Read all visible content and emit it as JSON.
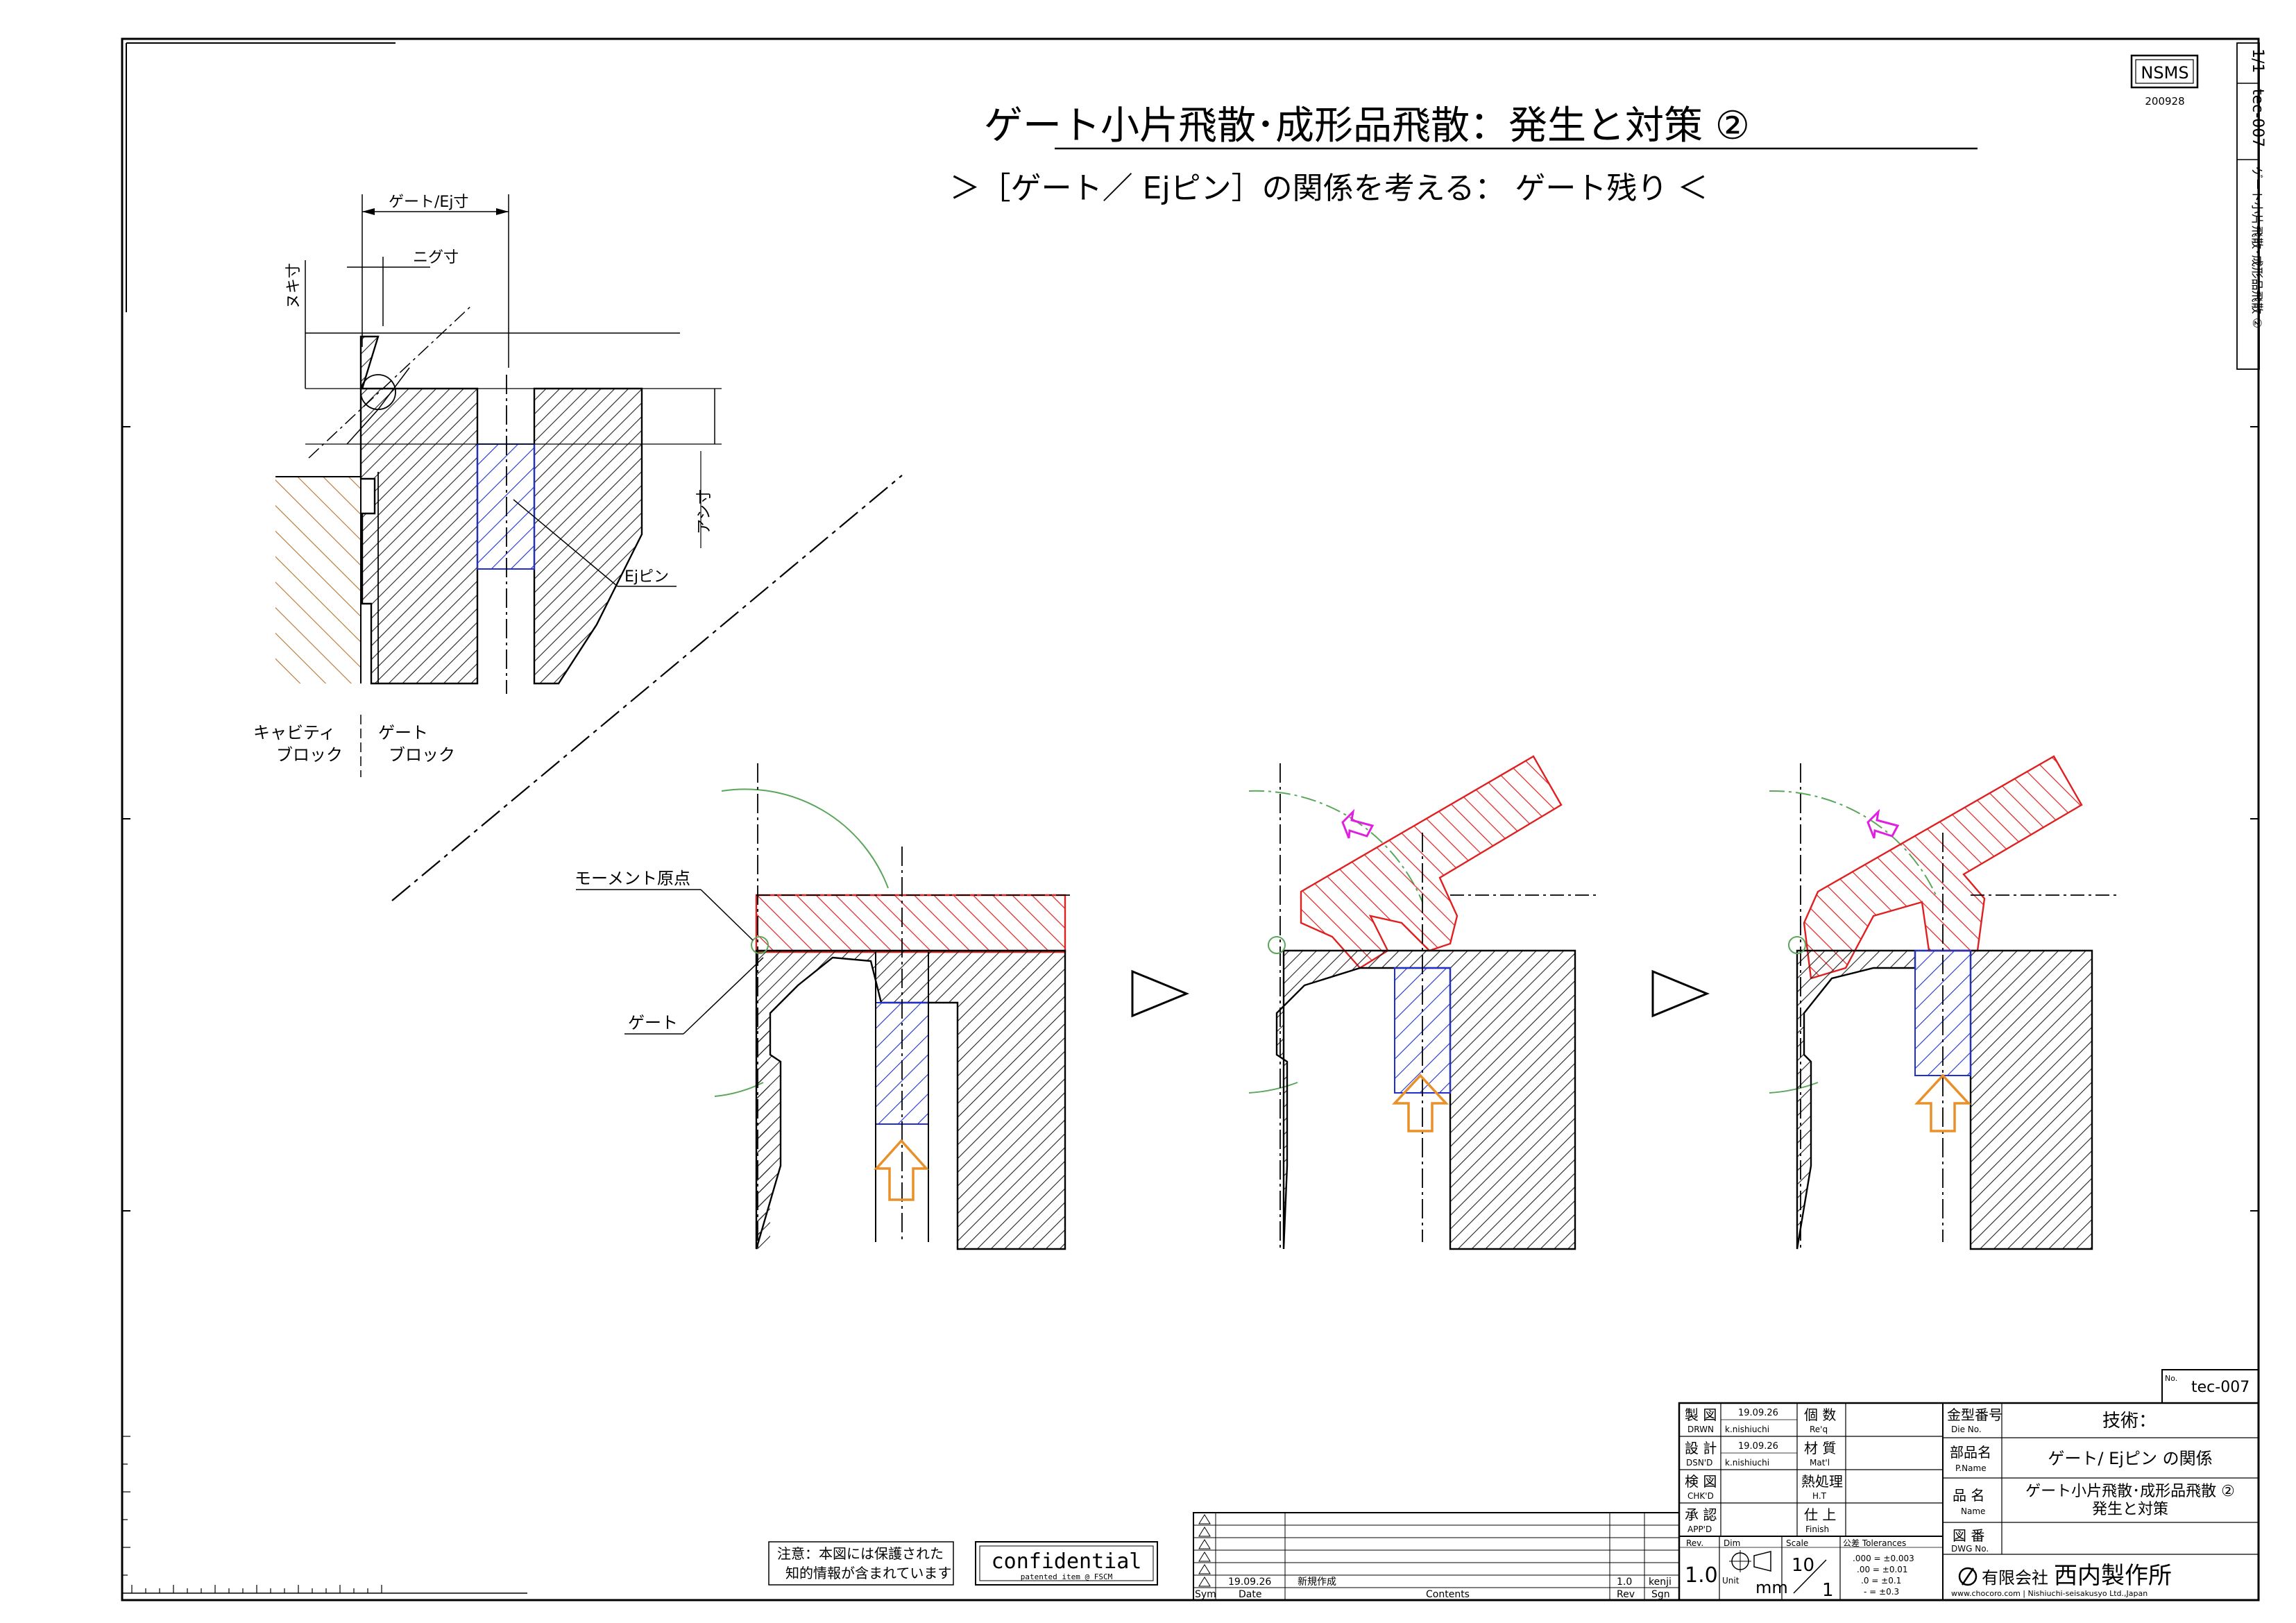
{
  "header": {
    "nsms_label": "NSMS",
    "nsms_date": "200928",
    "sheet_count": "1/1",
    "drawing_no_vertical": "tec-007",
    "title_vertical": "ゲート小片飛散･成形品飛散 ②",
    "title": "ゲート小片飛散･成形品飛散：発生と対策 ②",
    "subtitle": "＞［ゲート／ Ejピン］の関係を考える： ゲート残り ＜"
  },
  "detail": {
    "dim_gate_ej": "ゲート/Ej寸",
    "dim_nigu": "ニグ寸",
    "dim_nuki": "ヌキ寸",
    "dim_ashi": "アシ寸",
    "ej_pin": "Ejピン",
    "cavity_block_1": "キャビティ",
    "cavity_block_2": "ブロック",
    "gate_block_1": "ゲート",
    "gate_block_2": "ブロック"
  },
  "sequence": {
    "moment_origin": "モーメント原点",
    "gate": "ゲート"
  },
  "notice": {
    "line1": "注意：本図には保護された",
    "line2": "知的情報が含まれています",
    "confidential": "confidential",
    "patented": "patented item @ FSCM"
  },
  "revision_table": {
    "row_date": "19.09.26",
    "row_contents": "新規作成",
    "row_rev": "1.0",
    "row_sign": "kenji",
    "col_sym": "Sym",
    "col_date": "Date",
    "col_contents": "Contents",
    "col_rev": "Rev",
    "col_sign": "Sgn"
  },
  "title_block": {
    "no_label": "No.",
    "no_value": "tec-007",
    "drawn_jp": "製 図",
    "drawn_en": "DRWN",
    "drawn_date": "19.09.26",
    "drawn_by": "k.nishiuchi",
    "design_jp": "設 計",
    "design_en": "DSN'D",
    "design_date": "19.09.26",
    "design_by": "k.nishiuchi",
    "check_jp": "検 図",
    "check_en": "CHK'D",
    "approve_jp": "承 認",
    "approve_en": "APP'D",
    "qty_jp": "個 数",
    "qty_en": "Re'q",
    "material_jp": "材 質",
    "material_en": "Mat'l",
    "heat_jp": "熱処理",
    "heat_en": "H.T",
    "finish_jp": "仕 上",
    "finish_en": "Finish",
    "die_no_jp": "金型番号",
    "die_no_en": "Die No.",
    "die_no_value": "技術：",
    "part_name_jp": "部品名",
    "part_name_en": "P.Name",
    "part_name_value": "ゲート/ Ejピン の関係",
    "name_jp": "品 名",
    "name_en": "Name",
    "name_value_1": "ゲート小片飛散･成形品飛散 ②",
    "name_value_2": "発生と対策",
    "dwg_no_jp": "図 番",
    "dwg_no_en": "DWG No.",
    "rev_label": "Rev.",
    "rev_value": "1.0",
    "dim_label": "Dim",
    "unit_label": "Unit",
    "unit_value": "mm",
    "scale_label": "Scale",
    "scale_num": "10",
    "scale_den": "1",
    "tol_label": "公差 Tolerances",
    "tol_1": ".000 = ±0.003",
    "tol_2": ".00 = ±0.01",
    "tol_3": ".0 = ±0.1",
    "tol_4": "- = ±0.3",
    "company_prefix": "有限会社",
    "company_name": "西内製作所",
    "company_url": "www.chocoro.com | Nishiuchi-seisakusyo Ltd.,Japan"
  },
  "colors": {
    "hatch_black": "#222222",
    "hatch_red": "#e02020",
    "hatch_blue": "#2030d0",
    "hatch_brown": "#b8722c",
    "arrow_orange": "#e8902a",
    "arrow_magenta": "#e020e0",
    "arc_green": "#5aa65a"
  }
}
